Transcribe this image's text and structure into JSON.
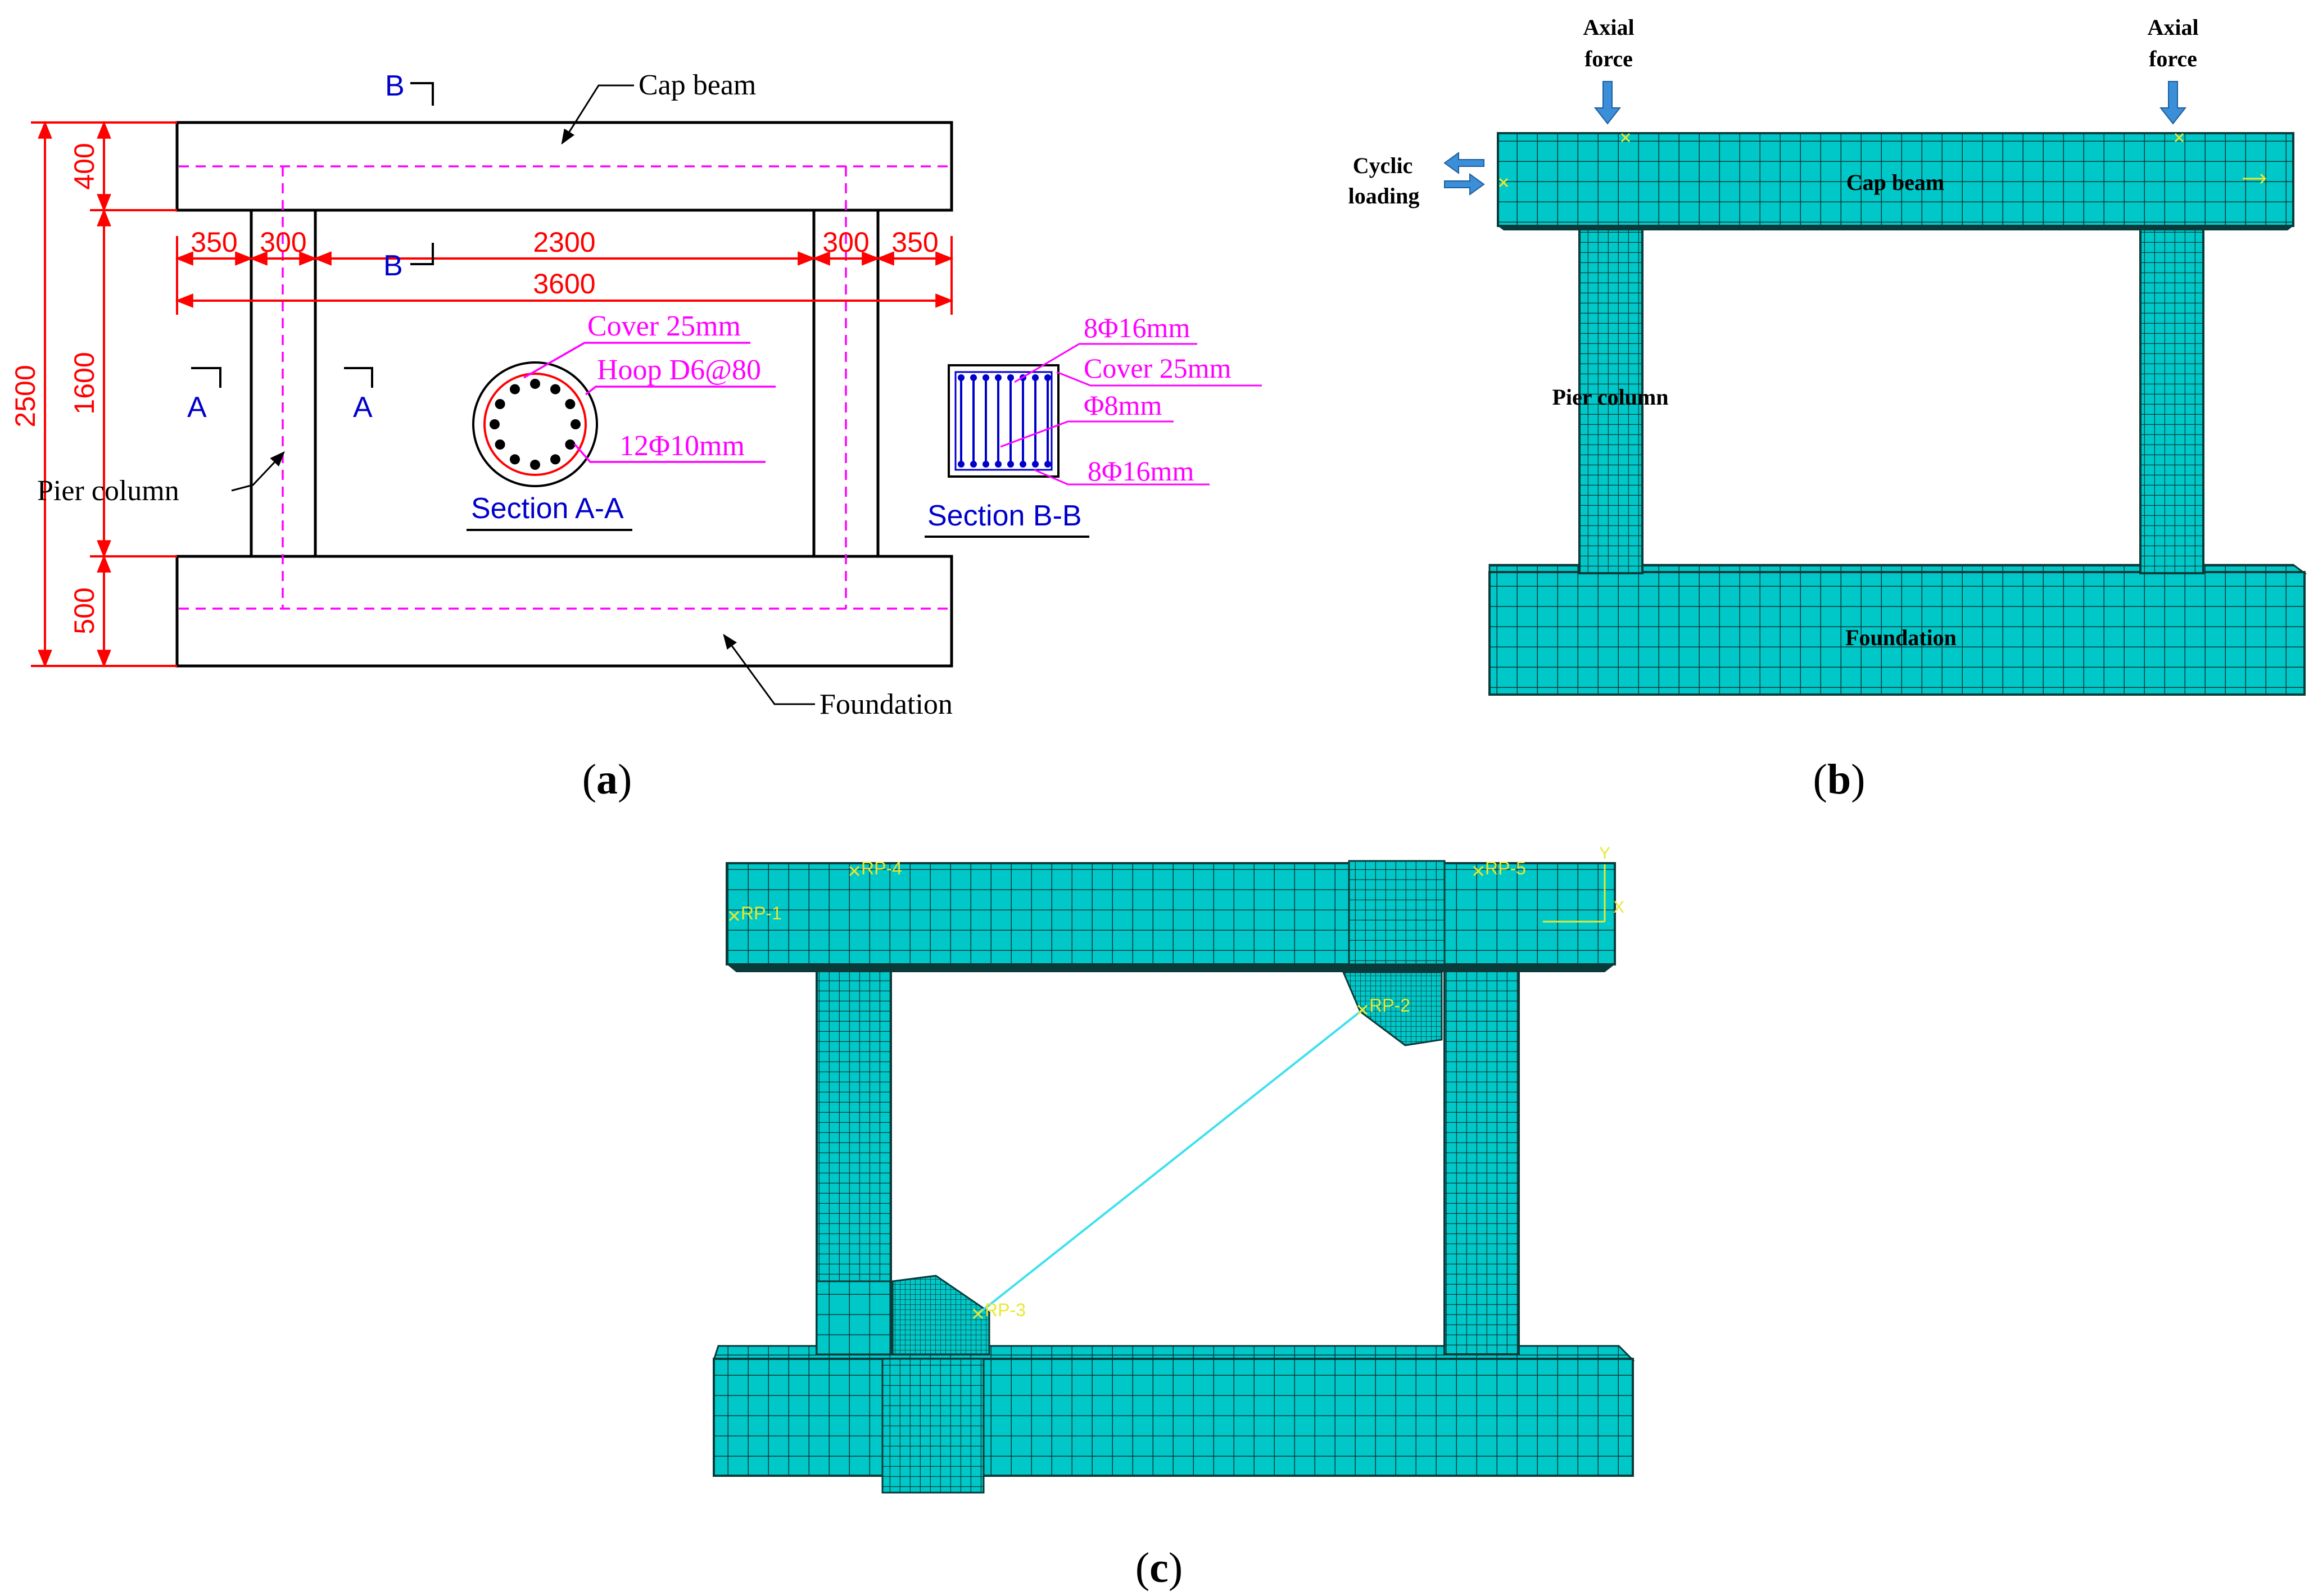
{
  "colors": {
    "dim": "#ff0000",
    "rebar": "#ff00ff",
    "section_mark": "#0000cc",
    "mesh_fill": "#00c8c8",
    "mesh_line": "#0a3a3a",
    "arrow": "#3a8fd8",
    "rp_marker": "#e8e830",
    "link": "#40e0f0"
  },
  "panel_a": {
    "caption_open": "(",
    "caption_letter": "a",
    "caption_close": ")",
    "cap_beam_label": "Cap beam",
    "foundation_label": "Foundation",
    "pier_column_label": "Pier column",
    "section_b_top": "B",
    "section_b_bottom": "B",
    "section_a_left": "A",
    "section_a_right": "A",
    "dims": {
      "total_height": "2500",
      "cap_height": "400",
      "column_height": "1600",
      "foundation_height": "500",
      "left_overhang": "350",
      "left_column_width": "300",
      "clear_span": "2300",
      "right_column_width": "300",
      "right_overhang": "350",
      "total_width": "3600"
    },
    "section_aa": {
      "title": "Section A-A",
      "cover": "Cover 25mm",
      "hoop": "Hoop D6@80",
      "longitudinal": "12Φ10mm"
    },
    "section_bb": {
      "title": "Section B-B",
      "top_bars": "8Φ16mm",
      "cover": "Cover 25mm",
      "stirrup": "Φ8mm",
      "bottom_bars": "8Φ16mm"
    }
  },
  "panel_b": {
    "caption_open": "(",
    "caption_letter": "b",
    "caption_close": ")",
    "axial_left_1": "Axial",
    "axial_left_2": "force",
    "axial_right_1": "Axial",
    "axial_right_2": "force",
    "cyclic_1": "Cyclic",
    "cyclic_2": "loading",
    "cap_beam": "Cap beam",
    "pier_column": "Pier column",
    "foundation": "Foundation"
  },
  "panel_c": {
    "caption_open": "(",
    "caption_letter": "c",
    "caption_close": ")",
    "rp1": "RP-1",
    "rp2": "RP-2",
    "rp3": "RP-3",
    "rp4": "RP-4",
    "rp5": "RP-5",
    "axis_y": "Y",
    "axis_x": "X"
  }
}
